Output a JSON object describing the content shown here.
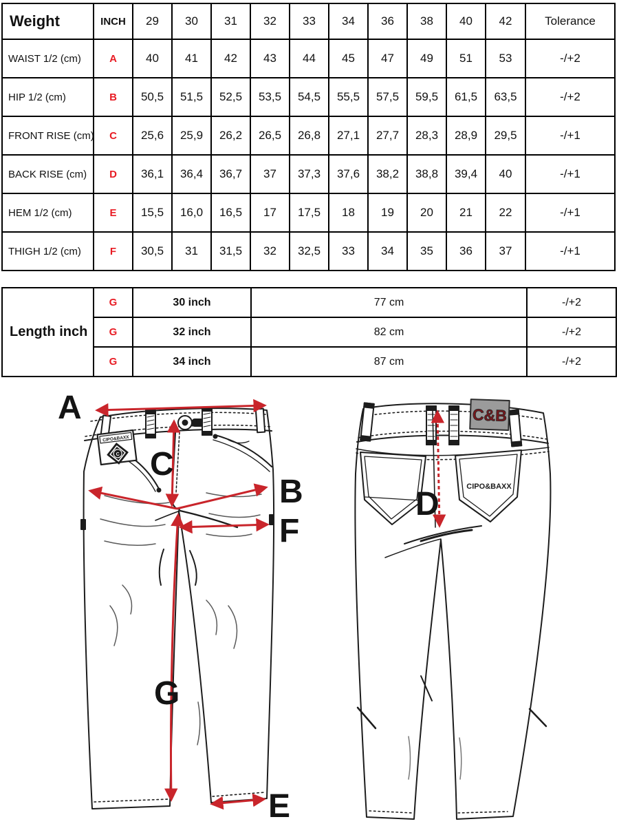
{
  "colors": {
    "accent_red": "#e81b23",
    "arrow_red": "#c9252b",
    "patch_gray": "#9b9b9b",
    "patch_text_red": "#7a161b"
  },
  "size_table": {
    "corner_label": "Weight",
    "inch_header": "INCH",
    "sizes": [
      "29",
      "30",
      "31",
      "32",
      "33",
      "34",
      "36",
      "38",
      "40",
      "42"
    ],
    "tolerance_header": "Tolerance",
    "rows": [
      {
        "label": "WAIST 1/2 (cm)",
        "letter": "A",
        "values": [
          "40",
          "41",
          "42",
          "43",
          "44",
          "45",
          "47",
          "49",
          "51",
          "53"
        ],
        "tolerance": "-/+2"
      },
      {
        "label": "HIP 1/2 (cm)",
        "letter": "B",
        "values": [
          "50,5",
          "51,5",
          "52,5",
          "53,5",
          "54,5",
          "55,5",
          "57,5",
          "59,5",
          "61,5",
          "63,5"
        ],
        "tolerance": "-/+2"
      },
      {
        "label": "FRONT RISE (cm)",
        "letter": "C",
        "values": [
          "25,6",
          "25,9",
          "26,2",
          "26,5",
          "26,8",
          "27,1",
          "27,7",
          "28,3",
          "28,9",
          "29,5"
        ],
        "tolerance": "-/+1"
      },
      {
        "label": "BACK RISE (cm)",
        "letter": "D",
        "values": [
          "36,1",
          "36,4",
          "36,7",
          "37",
          "37,3",
          "37,6",
          "38,2",
          "38,8",
          "39,4",
          "40"
        ],
        "tolerance": "-/+1"
      },
      {
        "label": "HEM 1/2 (cm)",
        "letter": "E",
        "values": [
          "15,5",
          "16,0",
          "16,5",
          "17",
          "17,5",
          "18",
          "19",
          "20",
          "21",
          "22"
        ],
        "tolerance": "-/+1"
      },
      {
        "label": "THIGH 1/2 (cm)",
        "letter": "F",
        "values": [
          "30,5",
          "31",
          "31,5",
          "32",
          "32,5",
          "33",
          "34",
          "35",
          "36",
          "37"
        ],
        "tolerance": "-/+1"
      }
    ]
  },
  "length_table": {
    "row_label": "Length inch",
    "rows": [
      {
        "letter": "G",
        "inch": "30 inch",
        "cm": "77 cm",
        "tolerance": "-/+2"
      },
      {
        "letter": "G",
        "inch": "32 inch",
        "cm": "82 cm",
        "tolerance": "-/+2"
      },
      {
        "letter": "G",
        "inch": "34 inch",
        "cm": "87 cm",
        "tolerance": "-/+2"
      }
    ]
  },
  "diagram": {
    "labels": {
      "front_waist": "A",
      "front_hip": "B",
      "front_rise": "C",
      "back_rise": "D",
      "hem": "E",
      "thigh": "F",
      "inseam": "G"
    },
    "front_patch_text": "CIPO&BAXX",
    "front_patch_monogram": "C",
    "back_patch_text": "C&B",
    "back_pocket_text": "CIPO&BAXX"
  }
}
